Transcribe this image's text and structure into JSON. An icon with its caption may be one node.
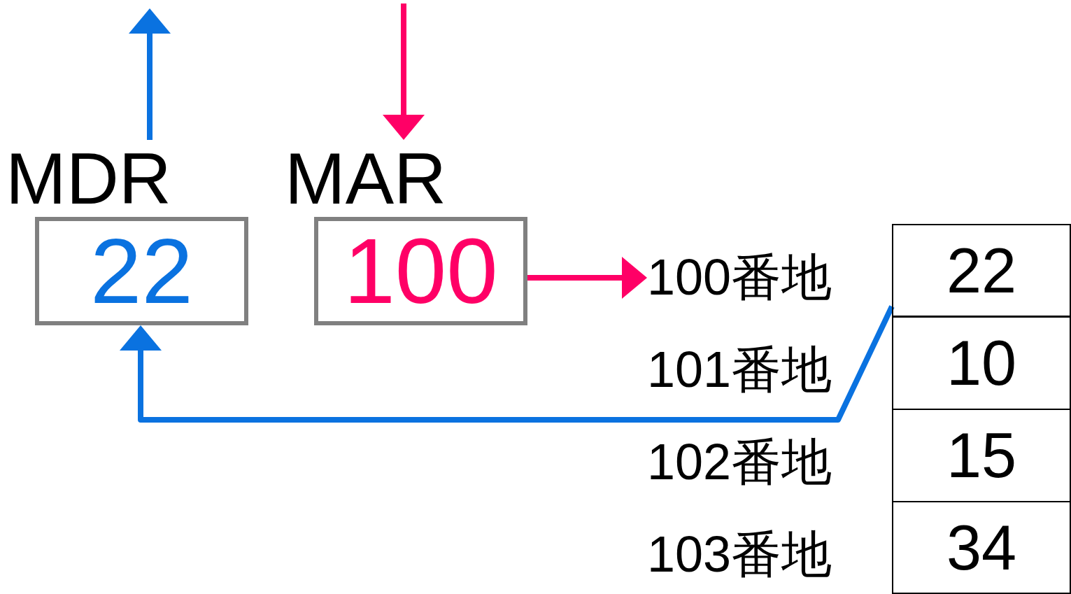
{
  "diagram": {
    "nodes": [
      {
        "text": [
          "MDR",
          "22"
        ]
      },
      {
        "text": [
          "MAR",
          "100"
        ]
      },
      {
        "text": [
          "100番地"
        ]
      },
      {
        "text": [
          "22"
        ]
      },
      {
        "text": [
          "10"
        ]
      },
      {
        "text": [
          "15"
        ]
      },
      {
        "text": [
          "34"
        ]
      }
    ],
    "edges": [
      {
        "from": 0,
        "to": null,
        "arrow": "to",
        "color": "#0a72e0"
      },
      {
        "from": null,
        "to": 1,
        "arrow": "to",
        "color": "#ff0066"
      },
      {
        "from": 1,
        "to": 2,
        "arrow": "to",
        "color": "#ff0066"
      },
      {
        "from": 3,
        "to": 0,
        "arrow": "to",
        "color": "#0a72e0"
      }
    ],
    "labels": [
      "101番地",
      "102番地",
      "103番地"
    ]
  }
}
